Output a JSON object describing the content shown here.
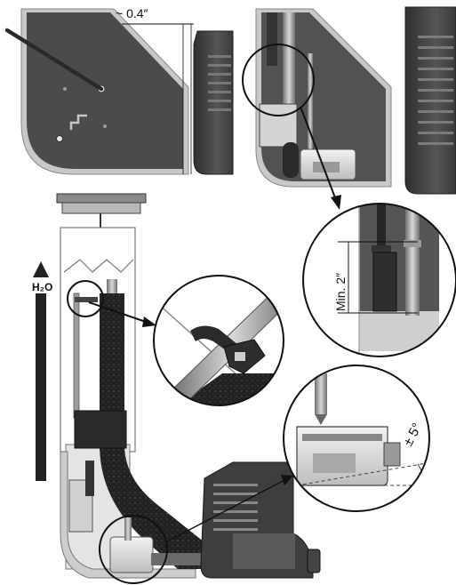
{
  "labels": {
    "gap": "~ 0.4″",
    "min_height": "Min. 2″",
    "water": "H₂O",
    "tilt": "± 5°"
  },
  "colors": {
    "housing_dark": "#4a4a4a",
    "housing_mid": "#6b6b6b",
    "light_gray": "#c9c9c9",
    "outline": "#222222"
  }
}
